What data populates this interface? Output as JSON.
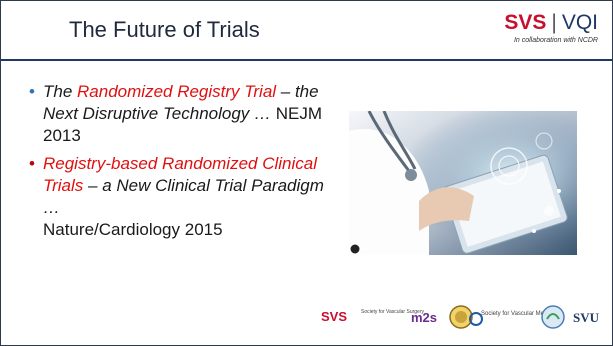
{
  "slide": {
    "title": "The Future of Trials",
    "logo": {
      "primary": "SVS",
      "separator": "|",
      "secondary": "VQI",
      "tagline": "In collaboration with NCDR"
    },
    "bullets": [
      {
        "part1": "The ",
        "part2": "Randomized Registry Trial",
        "part3": " – the Next Disruptive Technology …",
        "part4": " NEJM 2013"
      },
      {
        "part1": "Registry-based Randomized Clinical Trials",
        "part2": " – a New Clinical Trial Paradigm …",
        "part3": "Nature/Cardiology 2015"
      }
    ],
    "footer": {
      "svs": "SVS",
      "svs_society": "Society for Vascular Surgery",
      "m2s": "m2s",
      "svm": "Society for Vascular Medicine",
      "svu": "SVU"
    }
  },
  "colors": {
    "title_rule": "#1f3864",
    "accent_red": "#e01010",
    "bullet1": "#2e75b6",
    "bullet2": "#c00000"
  }
}
